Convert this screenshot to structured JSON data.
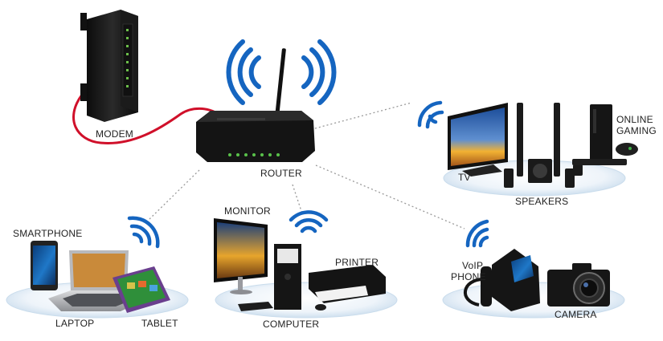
{
  "colors": {
    "wifi": "#1565c0",
    "cable": "#d0102a",
    "platform": "#dde9f4",
    "link": "#9a9a9a",
    "label": "#222222"
  },
  "labels": {
    "modem": "MODEM",
    "router": "ROUTER",
    "tv": "TV",
    "speakers": "SPEAKERS",
    "online_gaming_line1": "ONLINE",
    "online_gaming_line2": "GAMING",
    "smartphone": "SMARTPHONE",
    "laptop": "LAPTOP",
    "tablet": "TABLET",
    "monitor": "MONITOR",
    "computer": "COMPUTER",
    "printer": "PRINTER",
    "voip_line1": "VoIP",
    "voip_line2": "PHONE",
    "camera": "CAMERA"
  },
  "icons": [
    "wifi-icon",
    "modem-icon",
    "router-icon",
    "tv-icon",
    "speaker-icon",
    "game-console-icon",
    "smartphone-icon",
    "laptop-icon",
    "tablet-icon",
    "monitor-icon",
    "desktop-tower-icon",
    "printer-icon",
    "voip-phone-icon",
    "camera-icon",
    "keyboard-icon",
    "mouse-icon"
  ]
}
